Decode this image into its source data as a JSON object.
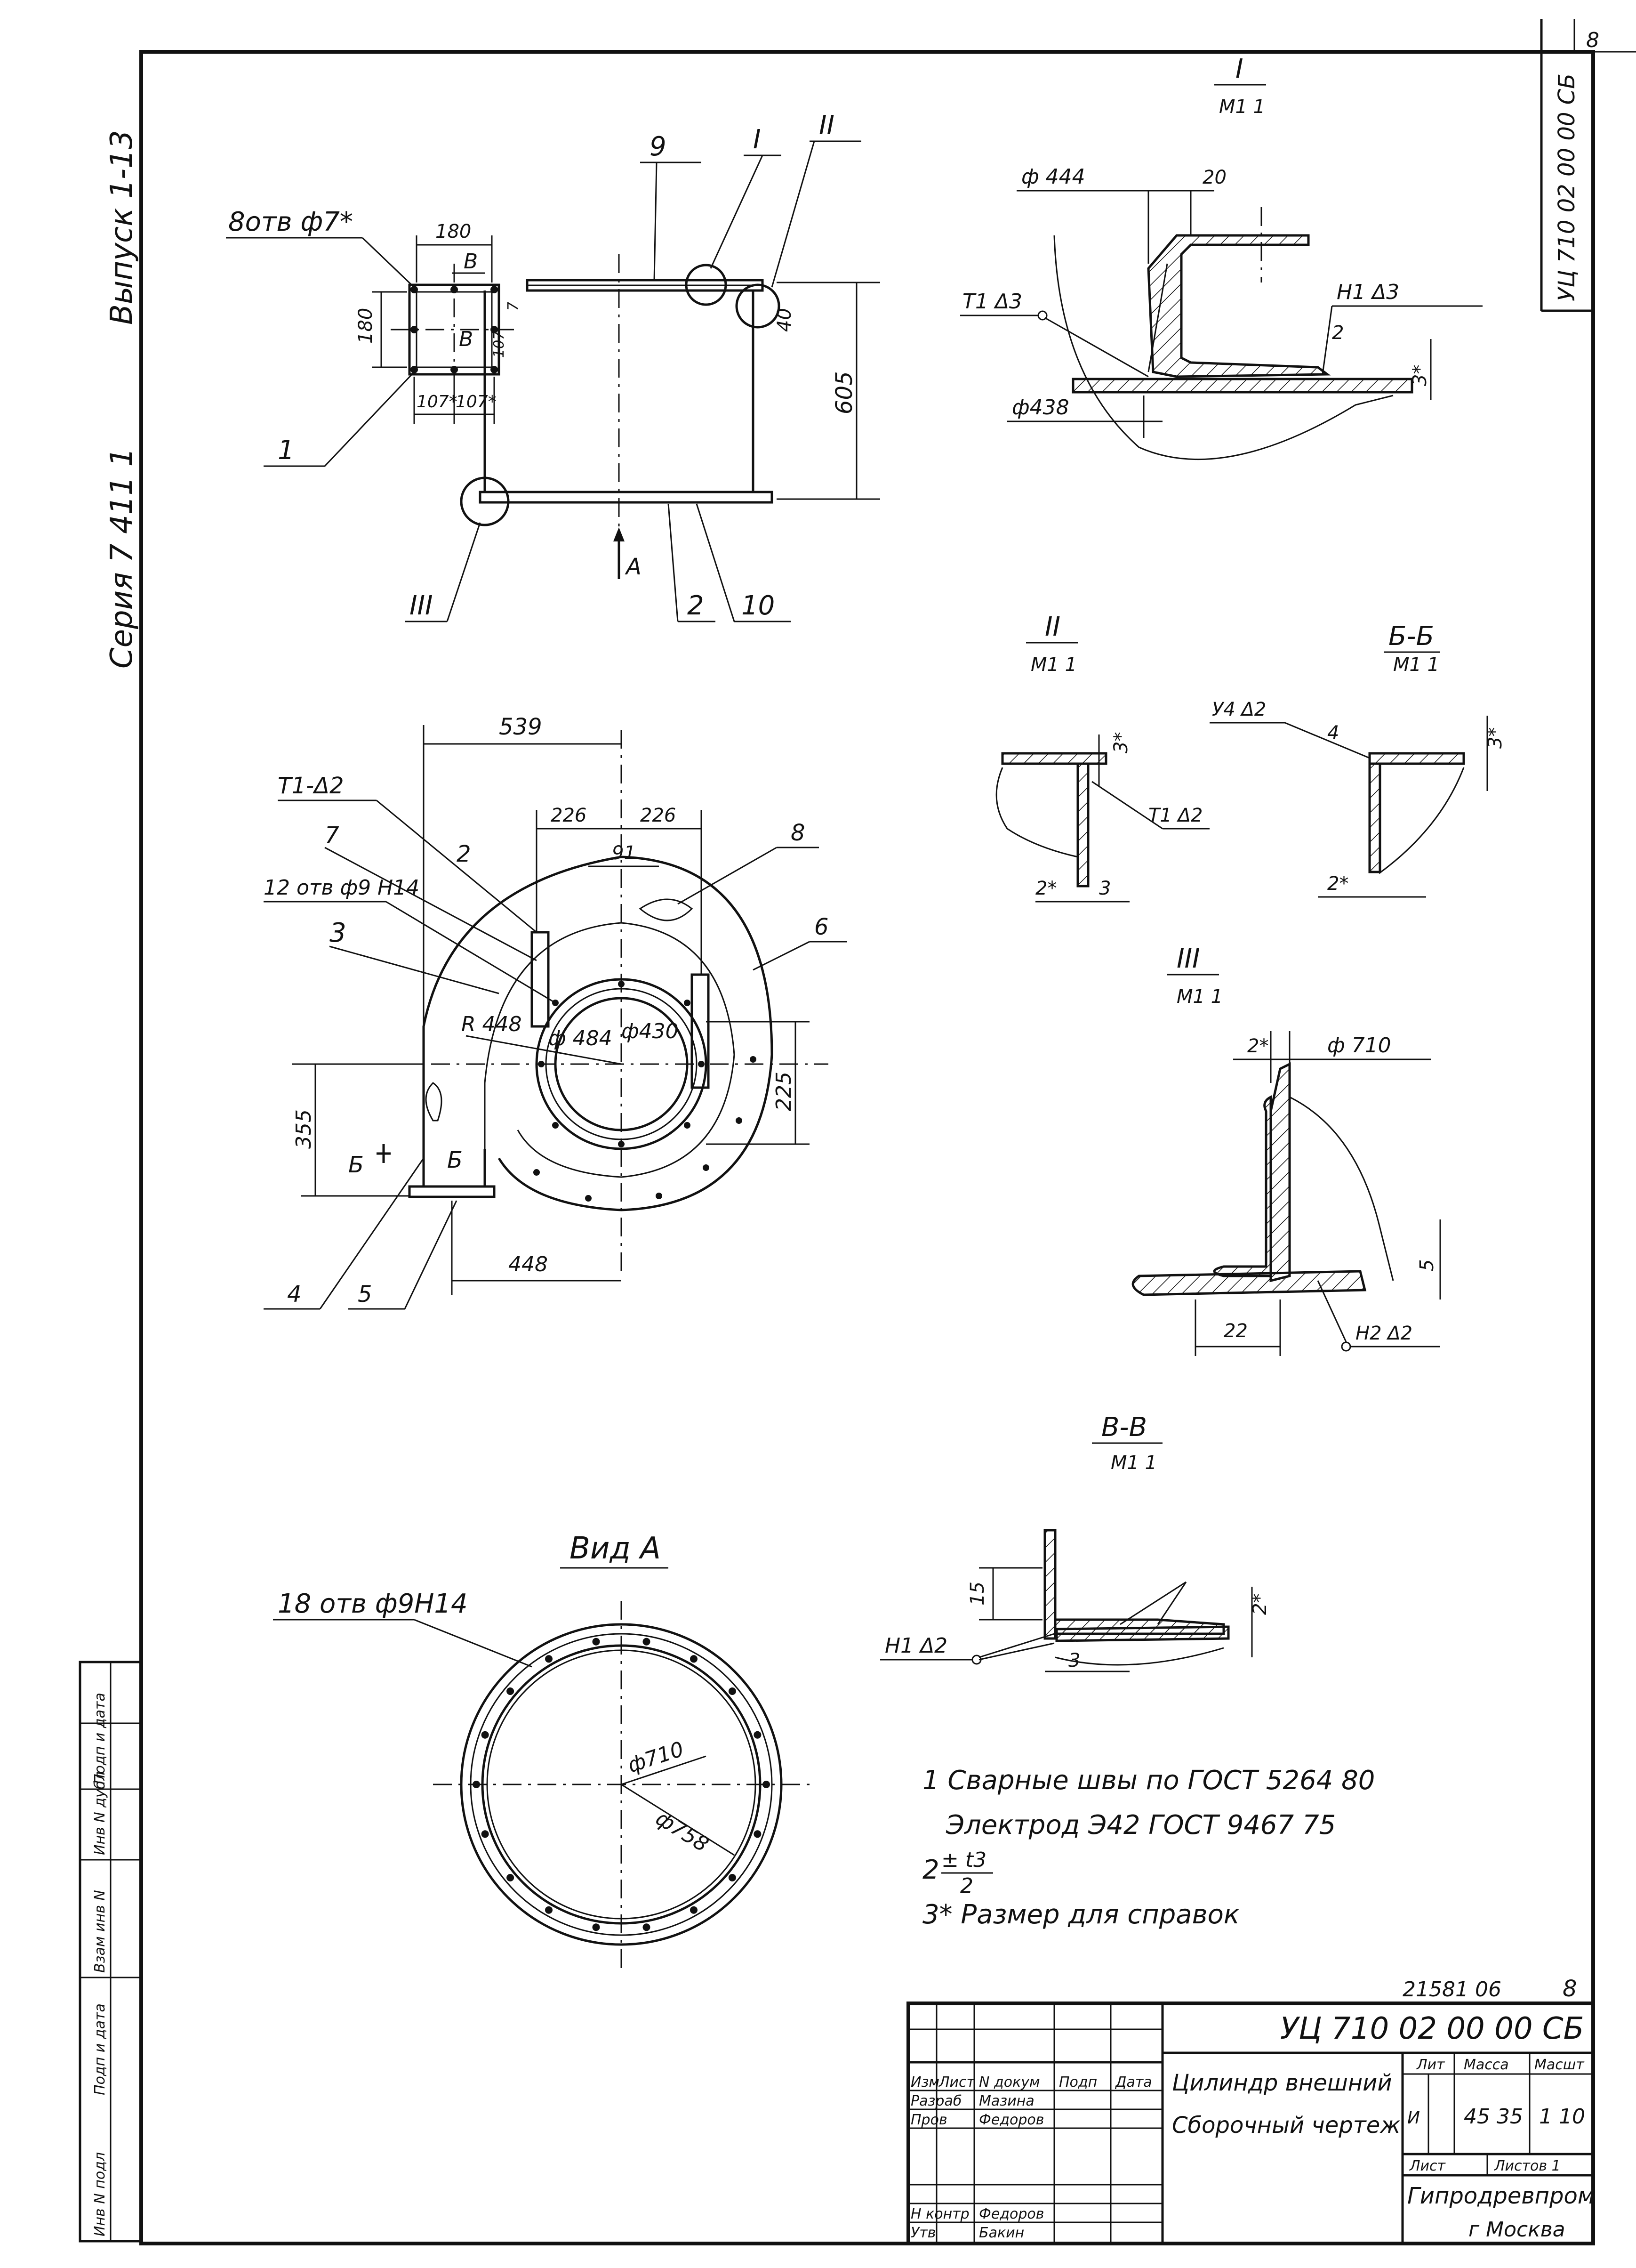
{
  "sheet": {
    "sheet_num_corner": "8",
    "code_vertical": "УЦ 710 02 00 00 СБ",
    "series": "Серия 7 411 1",
    "issue": "Выпуск 1-13"
  },
  "top_view": {
    "holes_note": "8отв ф7*",
    "dim_180_h": "180",
    "dim_180_v": "180",
    "dim_107_a": "107*",
    "dim_107_b": "107*",
    "dim_107_c": "107",
    "dim_7": "7",
    "section_v": "В",
    "section_v2": "В",
    "dim_605": "605",
    "dim_40": "40",
    "pos_1": "1",
    "pos_2": "2",
    "pos_9": "9",
    "pos_10": "10",
    "callout_1": "I",
    "callout_2": "II",
    "callout_3": "III",
    "view_arrow": "А"
  },
  "detail_1": {
    "title": "I",
    "scale": "М1 1",
    "dim_444": "ф 444",
    "dim_20": "20",
    "weld_left": "Т1 Δ3",
    "weld_right": "Н1 Δ3",
    "dim_438": "ф438",
    "dim_3": "3*",
    "pos_2": "2"
  },
  "detail_2": {
    "title": "II",
    "scale": "М1 1",
    "weld": "Т1 Δ2",
    "dim_3a": "3*",
    "dim_2": "2*",
    "dim_3b": "3"
  },
  "section_bb": {
    "title": "Б-Б",
    "scale": "М1 1",
    "weld": "У4 Δ2",
    "pos_4": "4",
    "dim_3": "3*",
    "dim_2": "2*"
  },
  "detail_3": {
    "title": "III",
    "scale": "М1 1",
    "dim_2": "2*",
    "dim_710": "ф 710",
    "dim_5": "5",
    "dim_22": "22",
    "weld": "Н2 Δ2"
  },
  "section_vv": {
    "title": "В-В",
    "scale": "М1 1",
    "dim_15": "15",
    "dim_2": "2*",
    "dim_3": "3",
    "weld": "Н1 Δ2"
  },
  "front_view": {
    "dim_539": "539",
    "dim_226a": "226",
    "dim_226b": "226",
    "dim_91": "91",
    "weld": "Т1-Δ2",
    "holes_note": "12 отв ф9 Н14",
    "r448": "R 448",
    "d484": "ф 484",
    "d430": "ф430",
    "dim_355": "355",
    "dim_225": "225",
    "dim_448": "448",
    "sec_b1": "Б",
    "sec_b2": "Б",
    "pos_2": "2",
    "pos_3": "3",
    "pos_4": "4",
    "pos_5": "5",
    "pos_6": "6",
    "pos_7": "7",
    "pos_8": "8"
  },
  "view_a": {
    "title": "Вид А",
    "holes_note": "18 отв ф9Н14",
    "d710": "ф710",
    "d758": "ф758"
  },
  "notes": {
    "n1": "1  Сварные швы по ГОСТ 5264 80",
    "n1b": "Электрод Э42 ГОСТ 9467 75",
    "n2_prefix": "2",
    "n2_frac_top": "± t3",
    "n2_frac_bot": "2",
    "n3": "3* Размер для справок"
  },
  "title_block": {
    "archive": "21581 06",
    "sheet_top": "8",
    "code": "УЦ 710 02 00 00 СБ",
    "name1": "Цилиндр внешний",
    "name2": "Сборочный чертеж",
    "col_izm": "Изм",
    "col_list": "Лист",
    "col_doc": "N докум",
    "col_sign": "Подп",
    "col_date": "Дата",
    "row1_role": "Разраб",
    "row1_name": "Мазина",
    "row2_role": "Пров",
    "row2_name": "Федоров",
    "row3_role": "Н контр",
    "row3_name": "Федоров",
    "row4_role": "Утв",
    "row4_name": "Бакин",
    "lit_head": "Лит",
    "mass_head": "Масса",
    "scale_head": "Масшт",
    "lit_val": "И",
    "mass_val": "45 35",
    "scale_val": "1 10",
    "sheet_label": "Лист",
    "sheets_label": "Листов 1",
    "org1": "Гипродревпром",
    "org2": "г Москва"
  },
  "side_stamp": {
    "c1": "Инв N подл",
    "c2": "Подп и дата",
    "c3": "Взам инв N",
    "c4": "Инв N дубл",
    "c5": "Подп и дата"
  }
}
